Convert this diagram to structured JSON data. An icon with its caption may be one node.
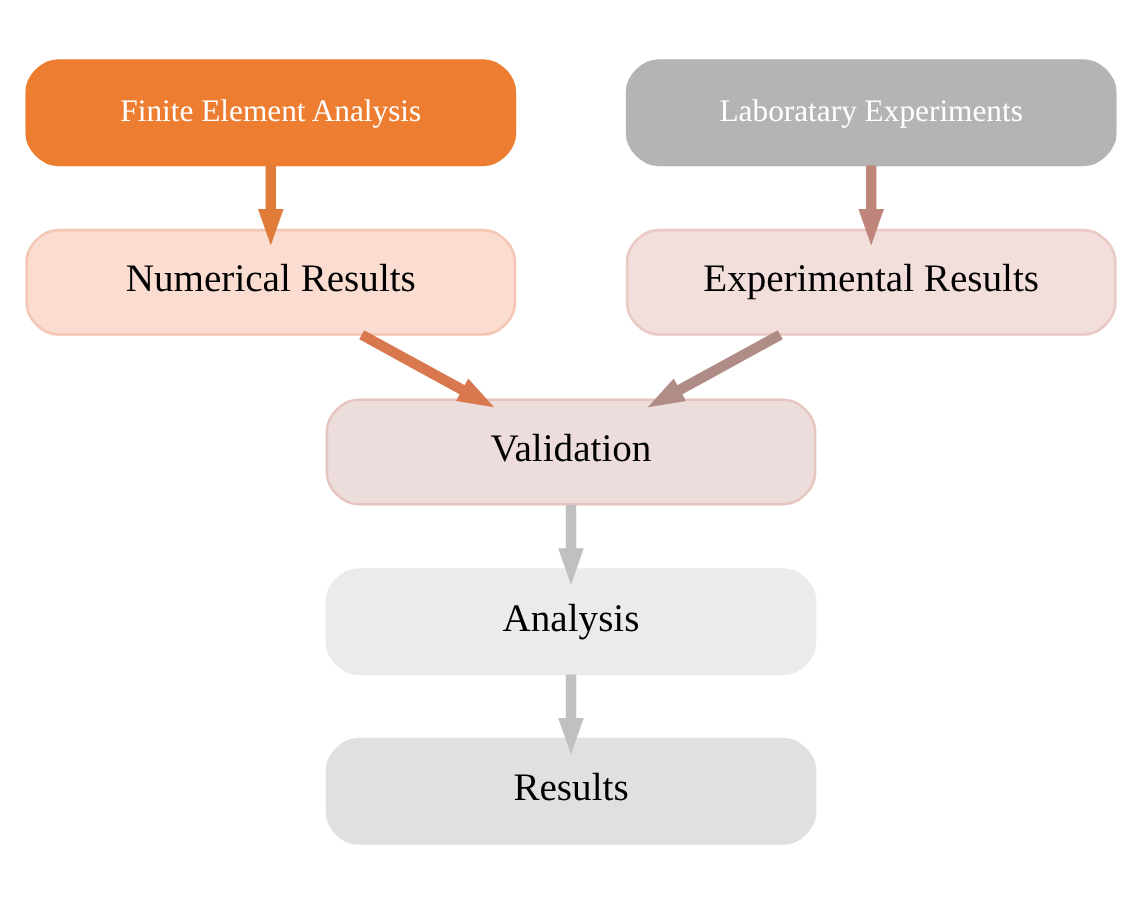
{
  "diagram": {
    "nodes": [
      {
        "text": [
          "Finite Element Analysis"
        ]
      },
      {
        "text": [
          "Laboratary Experiments"
        ]
      },
      {
        "text": [
          "Numerical Results"
        ]
      },
      {
        "text": [
          "Experimental Results"
        ]
      },
      {
        "text": [
          "Validation"
        ]
      },
      {
        "text": [
          "Analysis"
        ]
      },
      {
        "text": [
          "Results"
        ]
      }
    ],
    "edges": [
      {
        "from": 0,
        "to": 2,
        "arrow": "to",
        "color": "#e07b39"
      },
      {
        "from": 1,
        "to": 3,
        "arrow": "to",
        "color": "#c0857a"
      },
      {
        "from": 2,
        "to": 4,
        "arrow": "to",
        "color": "#d9774e"
      },
      {
        "from": 3,
        "to": 4,
        "arrow": "to",
        "color": "#b08c86"
      },
      {
        "from": 4,
        "to": 5,
        "arrow": "to"
      },
      {
        "from": 5,
        "to": 6,
        "arrow": "to"
      }
    ]
  }
}
